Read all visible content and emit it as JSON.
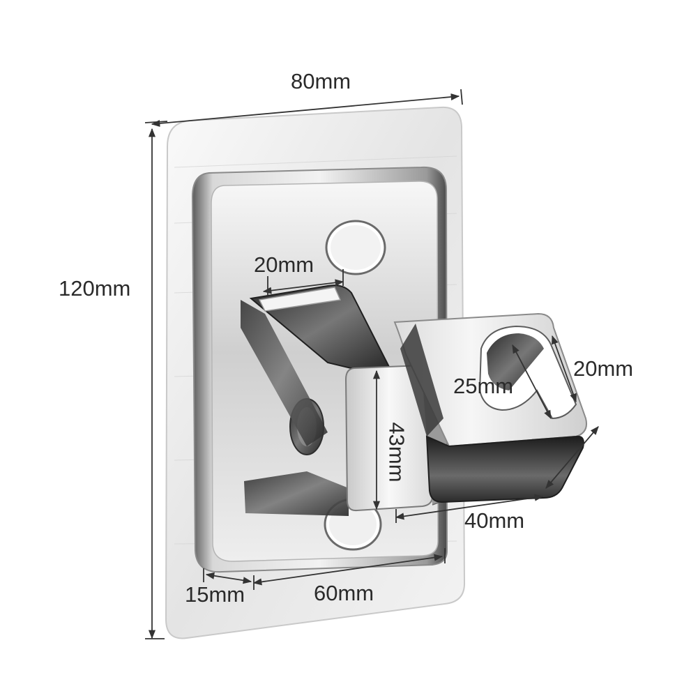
{
  "dimensions": {
    "plate_width": "80mm",
    "plate_height": "120mm",
    "slot_width": "20mm",
    "clamp_opening": "20mm",
    "hole_diameter": "25mm",
    "clamp_block_height": "43mm",
    "clamp_depth": "40mm",
    "base_offset": "15mm",
    "base_width": "60mm"
  },
  "colors": {
    "background": "#ffffff",
    "text": "#2a2a2a",
    "dimension_line": "#333333",
    "chrome_dark": "#3c3c3c",
    "chrome_light": "#f4f4f4",
    "plate": "#e7e7e7"
  },
  "icons": {
    "product": "shower-head-holder-icon"
  }
}
